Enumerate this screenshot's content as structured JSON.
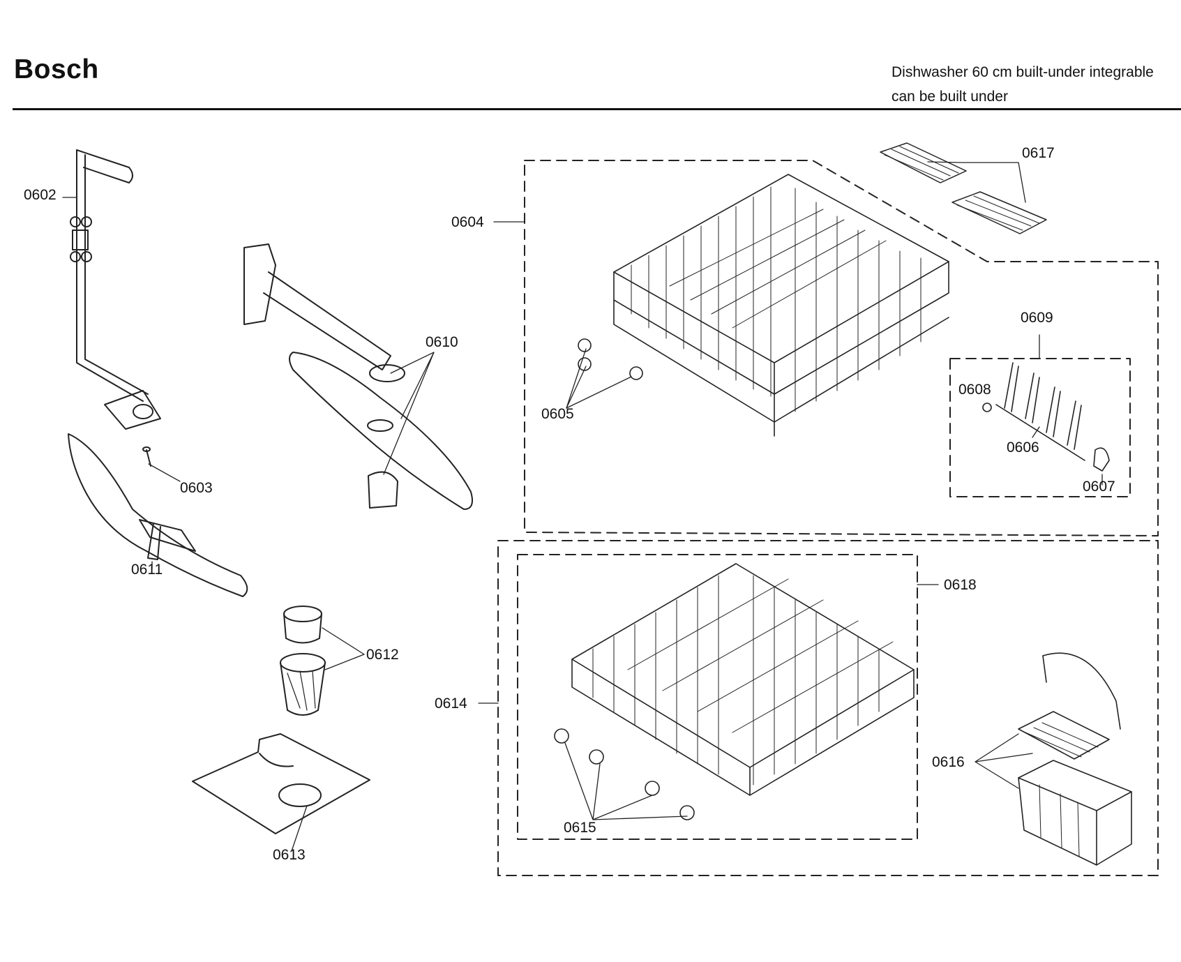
{
  "header": {
    "brand": "Bosch",
    "description_line1": "Dishwasher 60 cm built-under integrable",
    "description_line2": "can be built under"
  },
  "parts": [
    {
      "id": "p0602",
      "label": "0602"
    },
    {
      "id": "p0603",
      "label": "0603"
    },
    {
      "id": "p0604",
      "label": "0604"
    },
    {
      "id": "p0605",
      "label": "0605"
    },
    {
      "id": "p0606",
      "label": "0606"
    },
    {
      "id": "p0607",
      "label": "0607"
    },
    {
      "id": "p0608",
      "label": "0608"
    },
    {
      "id": "p0609",
      "label": "0609"
    },
    {
      "id": "p0610",
      "label": "0610"
    },
    {
      "id": "p0611",
      "label": "0611"
    },
    {
      "id": "p0612",
      "label": "0612"
    },
    {
      "id": "p0613",
      "label": "0613"
    },
    {
      "id": "p0614",
      "label": "0614"
    },
    {
      "id": "p0615",
      "label": "0615"
    },
    {
      "id": "p0616",
      "label": "0616"
    },
    {
      "id": "p0617",
      "label": "0617"
    },
    {
      "id": "p0618",
      "label": "0618"
    }
  ]
}
